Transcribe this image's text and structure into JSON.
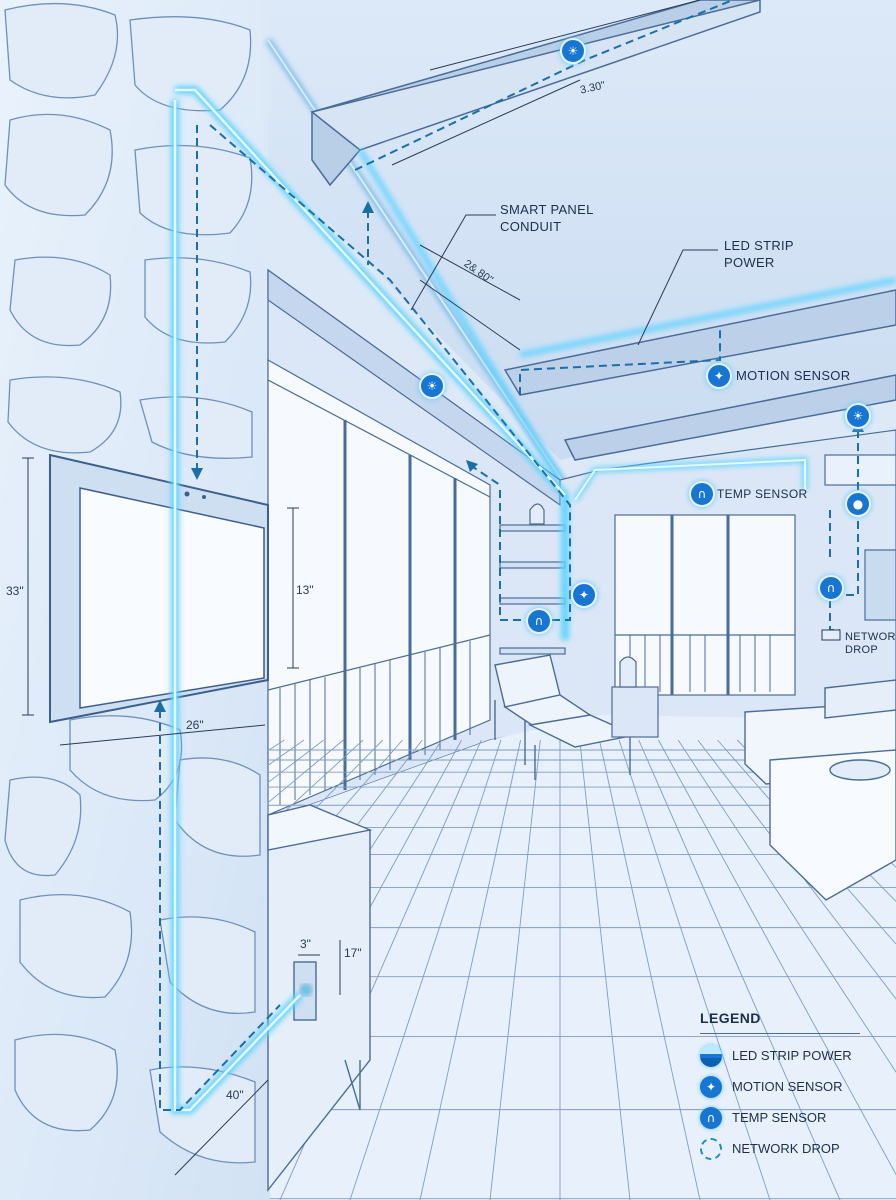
{
  "callouts": {
    "smart_panel_conduit": [
      "SMART PANEL",
      "CONDUIT"
    ],
    "led_strip_power": [
      "LED STRIP",
      "POWER"
    ],
    "motion_sensor": "MOTION SENSOR",
    "temp_sensor": "TEMP SENSOR",
    "network_drop": [
      "NETWORK",
      "DROP"
    ]
  },
  "dimensions": {
    "beam_top": "3.30\"",
    "beam_diag": "2& 80\"",
    "panel_height": "33\"",
    "screen_height": "13\"",
    "panel_width": "26\"",
    "box_width": "3\"",
    "box_height": "17\"",
    "floor_run": "40\""
  },
  "legend": {
    "title": "LEGEND",
    "items": [
      {
        "label": "LED STRIP POWER",
        "icon": "led-strip-icon"
      },
      {
        "label": "MOTION SENSOR",
        "icon": "running-person-icon"
      },
      {
        "label": "TEMP SENSOR",
        "icon": "thermometer-icon"
      },
      {
        "label": "NETWORK DROP",
        "icon": "dashed-circle-icon"
      }
    ]
  },
  "colors": {
    "background": "#dde9f7",
    "line_art": "#4a6c98",
    "glow": "#5fd3ff",
    "sensor_fill": "#1776d2",
    "dashed_route": "#1b6fa8"
  }
}
